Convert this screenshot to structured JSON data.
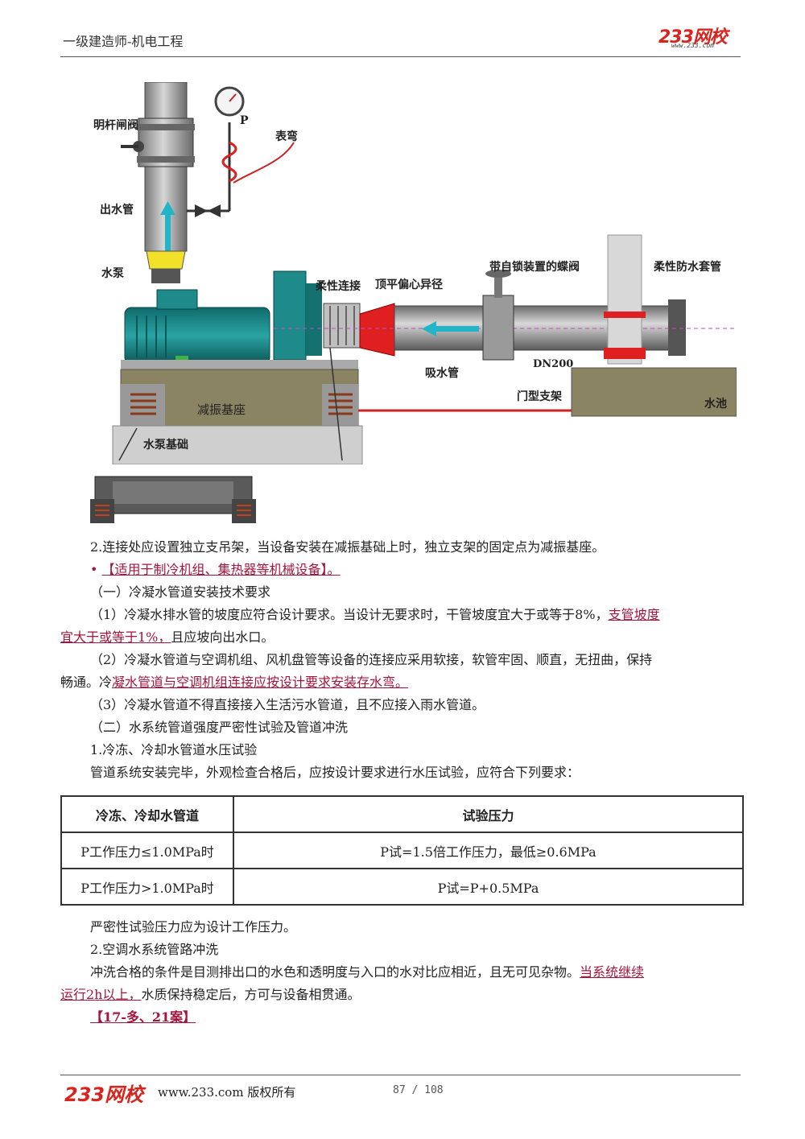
{
  "header": {
    "title": "一级建造师-机电工程",
    "logo_text": "233网校",
    "logo_sub": "www.233.com"
  },
  "figure": {
    "labels": {
      "gate_valve": "明杆闸阀",
      "gauge_p": "P",
      "gauge_bend": "表弯",
      "outlet_pipe": "出水管",
      "pump": "水泵",
      "flex_joint": "柔性连接",
      "eccentric_reducer": "顶平偏心异径",
      "butterfly_valve": "带自锁装置的蝶阀",
      "waterproof_sleeve": "柔性防水套管",
      "suction_pipe": "吸水管",
      "dn": "DN200",
      "portal_support": "门型支架",
      "pool": "水池",
      "damping_base": "减振基座",
      "pump_foundation": "水泵基础"
    },
    "colors": {
      "pipe": "#8c8c8c",
      "pump": "#1f8a8a",
      "red_fitting": "#e02020",
      "yellow": "#f2e12a",
      "base": "#8b8462",
      "arrow": "#23b4c8"
    }
  },
  "body": {
    "p1": "2.连接处应设置独立支吊架，当设备安装在减振基础上时，独立支架的固定点为减振基座。",
    "bullet": "•",
    "bullet_link": "【适用于制冷机组、集热器等机械设备】。",
    "p3": "（一）冷凝水管道安装技术要求",
    "p4a": "（1）冷凝水排水管的坡度应符合设计要求。当设计无要求时，干管坡度宜大于或等于8%，",
    "p4b_link": "支管坡度",
    "p5a_link": "宜大于或等于1%，",
    "p5b": "且应坡向出水口。",
    "p6": "（2）冷凝水管道与空调机组、风机盘管等设备的连接应采用软接，软管牢固、顺直，无扭曲，保持",
    "p7a": "畅通。冷",
    "p7b_link": "凝水管道与空调机组连接应按设计要求安装存水弯。",
    "p8": "（3）冷凝水管道不得直接接入生活污水管道，且不应接入雨水管道。",
    "p9": "（二）水系统管道强度严密性试验及管道冲洗",
    "p10": "1.冷冻、冷却水管道水压试验",
    "p11": "管道系统安装完毕，外观检查合格后，应按设计要求进行水压试验，应符合下列要求：",
    "p12": "严密性试验压力应为设计工作压力。",
    "p13": "2.空调水系统管路冲洗",
    "p14a": "冲洗合格的条件是目测排出口的水色和透明度与入口的水对比应相近，且无可见杂物。",
    "p14b_link": "当系统继续",
    "p15a_link": "运行2h以上，",
    "p15b": "水质保持稳定后，方可与设备相贯通。",
    "p16_link": "【17-多、21案】"
  },
  "table": {
    "headers": [
      "冷冻、冷却水管道",
      "试验压力"
    ],
    "rows": [
      [
        "P工作压力≤1.0MPa时",
        "P试=1.5倍工作压力，最低≥0.6MPa"
      ],
      [
        "P工作压力>1.0MPa时",
        "P试=P+0.5MPa"
      ]
    ]
  },
  "footer": {
    "logo_text": "233网校",
    "site": "www.233.com 版权所有",
    "page": "87 / 108"
  }
}
